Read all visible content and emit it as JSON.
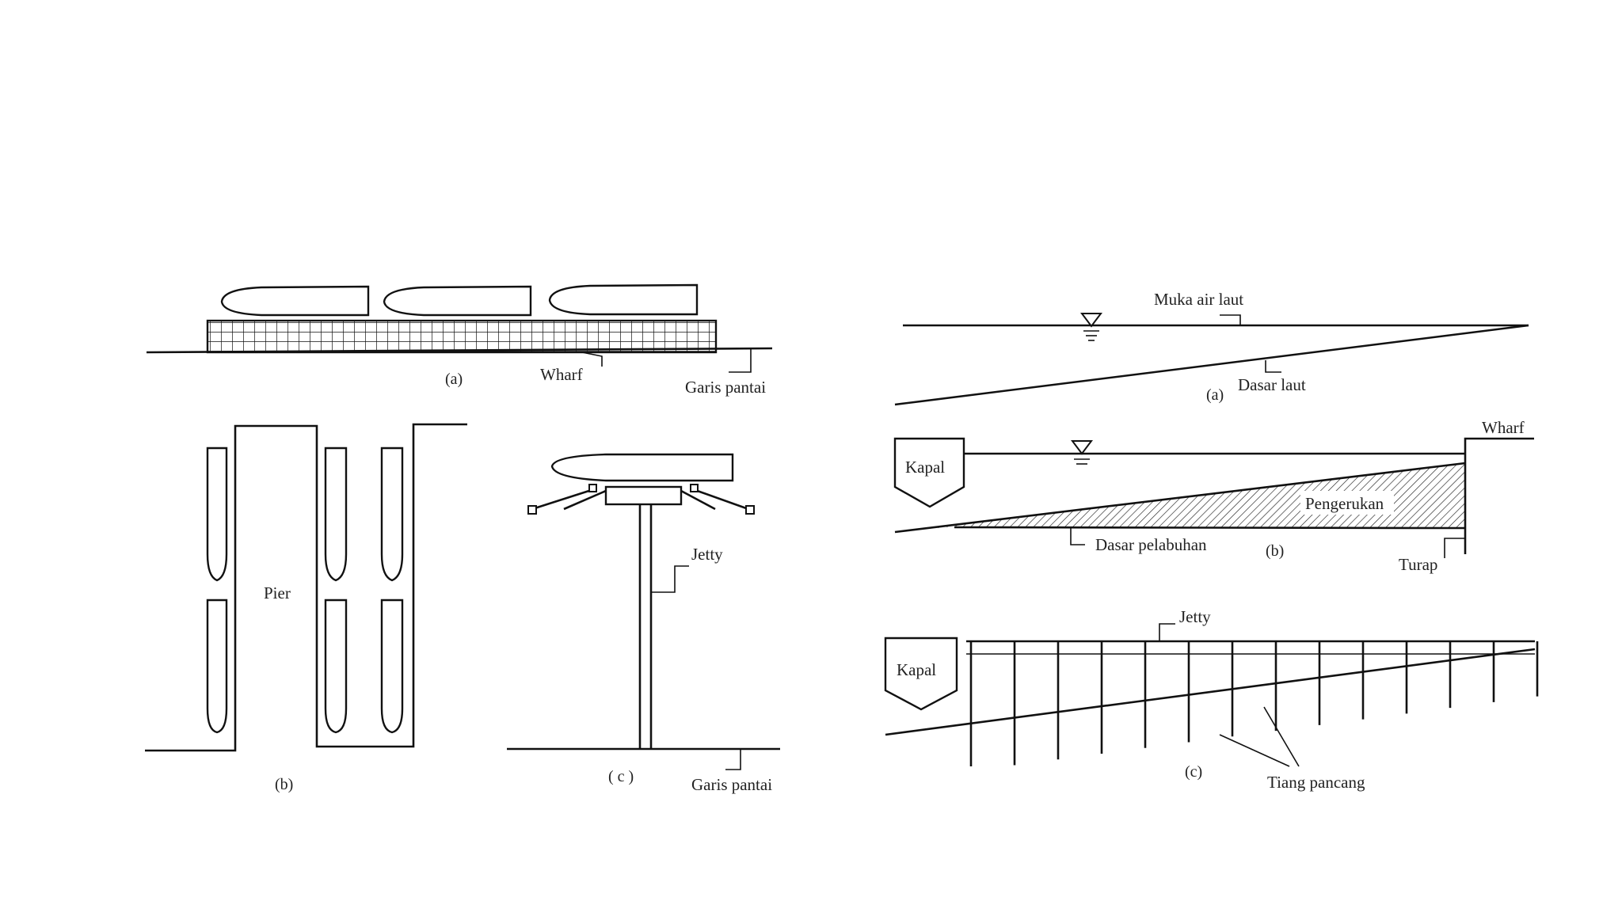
{
  "left_figure": {
    "a": {
      "caption": "(a)",
      "wharf_label": "Wharf",
      "shoreline_label": "Garis pantai"
    },
    "b": {
      "caption": "(b)",
      "pier_label": "Pier"
    },
    "c": {
      "caption": "( c )",
      "jetty_label": "Jetty",
      "shoreline_label": "Garis pantai"
    }
  },
  "right_figure": {
    "a": {
      "caption": "(a)",
      "sea_level_label": "Muka air laut",
      "seabed_label": "Dasar laut"
    },
    "b": {
      "caption": "(b)",
      "ship_label": "Kapal",
      "wharf_label": "Wharf",
      "dredging_label": "Pengerukan",
      "harbor_bed_label": "Dasar pelabuhan",
      "sheet_pile_label": "Turap"
    },
    "c": {
      "caption": "(c)",
      "ship_label": "Kapal",
      "jetty_label": "Jetty",
      "piles_label": "Tiang pancang"
    }
  }
}
